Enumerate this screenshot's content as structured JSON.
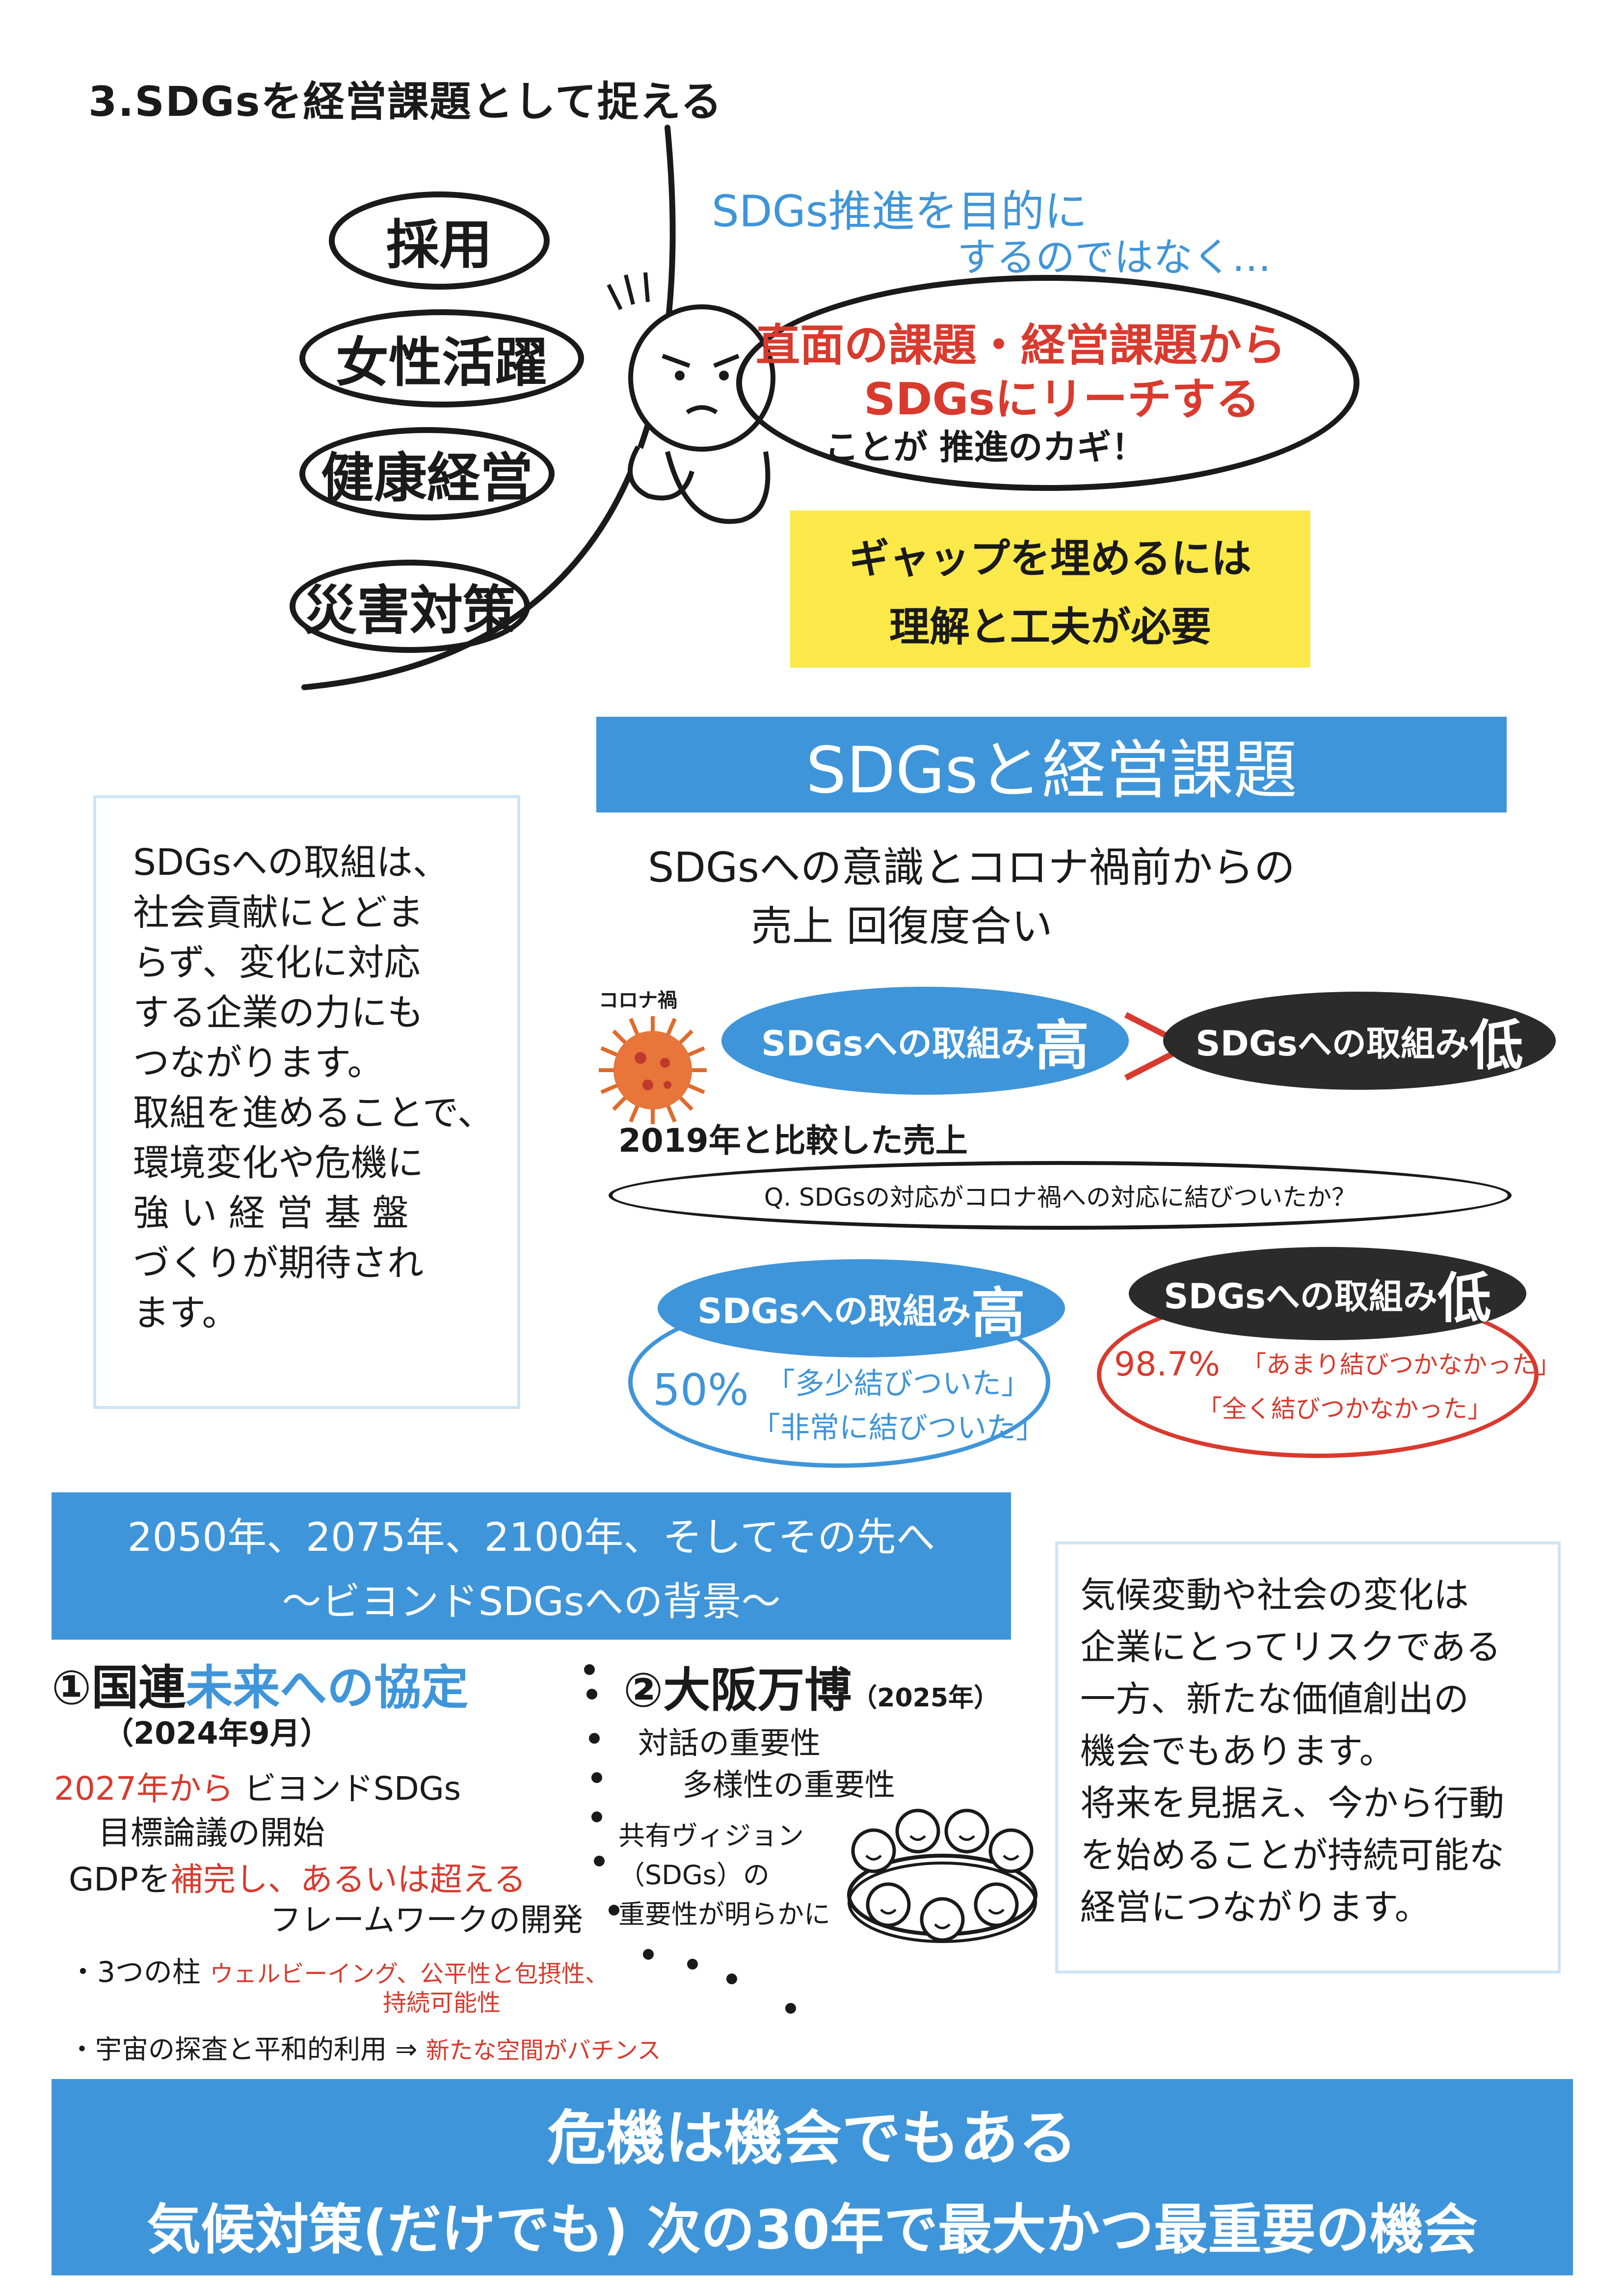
{
  "title": "3.SDGsを経営課題として捉える",
  "issues": [
    "採用",
    "女性活躍",
    "健康経営",
    "災害対策"
  ],
  "callout": {
    "lead": "SDGs推進を目的に",
    "lead2": "するのではなく…",
    "main1": "直面の課題・経営課題から",
    "main2": "SDGsにリーチする",
    "sub": "ことが 推進のカギ！"
  },
  "yellow_note": {
    "line1": "ギャップを埋めるには",
    "line2": "理解と工夫が必要"
  },
  "section_banner": "SDGsと経営課題",
  "left_text": [
    "SDGsへの取組は、",
    "社会貢献にとどま",
    "らず、変化に対応",
    "する企業の力にも",
    "つながります。",
    "取組を進めることで、",
    "環境変化や危機に",
    "強 い 経 営 基 盤",
    "づくりが期待され",
    "ます。"
  ],
  "survey": {
    "heading1": "SDGsへの意識とコロナ禍前からの",
    "heading2": "売上 回復度合い",
    "virus_label": "コロナ禍",
    "high": "SDGsへの取組み高",
    "high_prefix": "SDGsへの取組み",
    "high_suffix": "高",
    "low_prefix": "SDGsへの取組み",
    "low_suffix": "低",
    "gt": "＞",
    "compare_label": "2019年と比較した売上",
    "question": "Q. SDGsの対応がコロナ禍への対応に結びついたか？",
    "high_pct": "50%",
    "high_ans1": "「多少結びついた」",
    "high_ans2": "「非常に結びついた」",
    "low_pct": "98.7%",
    "low_ans1": "「あまり結びつかなかった」",
    "low_ans2": "「全く結びつかなかった」"
  },
  "beyond_banner": {
    "line1": "2050年、2075年、2100年、そしてその先へ",
    "line2": "〜ビヨンドSDGsへの背景〜"
  },
  "un": {
    "num": "①",
    "title_black": "国連",
    "title_blue": "未来への協定",
    "date": "（2024年9月）",
    "l1_red": "2027年から",
    "l1_black": "ビヨンドSDGs",
    "l2": "目標論議の開始",
    "l3_a": "GDPを",
    "l3_red": "補完し、あるいは超える",
    "l4": "フレームワークの開発",
    "l5_a": "・3つの柱",
    "l5_red": "ウェルビーイング、公平性と包摂性、",
    "l5_red2": "持続可能性",
    "l6_a": "・宇宙の探査と平和的利用 ⇒",
    "l6_red": "新たな空間がバチンス"
  },
  "expo": {
    "num": "②",
    "title": "大阪万博",
    "year": "（2025年）",
    "l1": "対話の重要性",
    "l2": "多様性の重要性",
    "l3": "共有ヴィジョン",
    "l4": "（SDGs）の",
    "l5": "重要性が明らかに"
  },
  "right_text": [
    "気候変動や社会の変化は",
    "企業にとってリスクである",
    "一方、新たな価値創出の",
    "機会でもあります。",
    "将来を見据え、今から行動",
    "を始めることが持続可能な",
    "経営につながります。"
  ],
  "footer": {
    "line1": "危機は機会でもある",
    "line2": "気候対策(だけでも) 次の30年で最大かつ最重要の機会"
  },
  "colors": {
    "blue": "#3f95d9",
    "red": "#d93a2e",
    "yellow": "#fbe94a",
    "dark": "#2b2b2b"
  }
}
